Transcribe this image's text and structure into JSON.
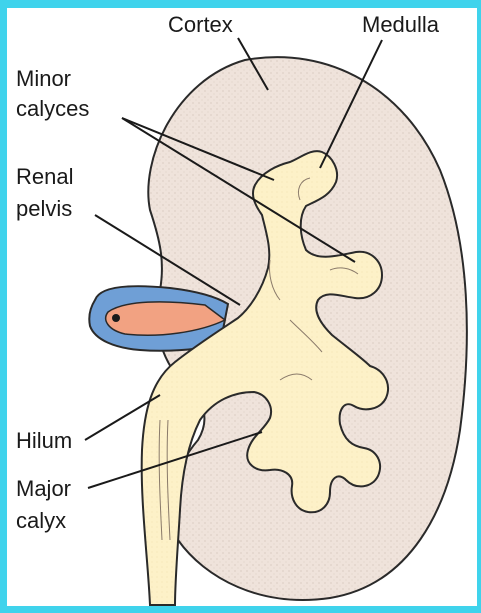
{
  "labels": {
    "cortex": "Cortex",
    "medulla": "Medulla",
    "minor_calyces_line1": "Minor",
    "minor_calyces_line2": "calyces",
    "renal_pelvis_line1": "Renal",
    "renal_pelvis_line2": "pelvis",
    "hilum": "Hilum",
    "major_calyx_line1": "Major",
    "major_calyx_line2": "calyx"
  },
  "colors": {
    "background_border": "#3fd3ec",
    "kidney_tissue": "#efe3db",
    "collecting_system": "#fdf1c8",
    "renal_vein": "#6f9fd6",
    "renal_artery": "#f2a282",
    "outline": "#2a2a2a"
  }
}
